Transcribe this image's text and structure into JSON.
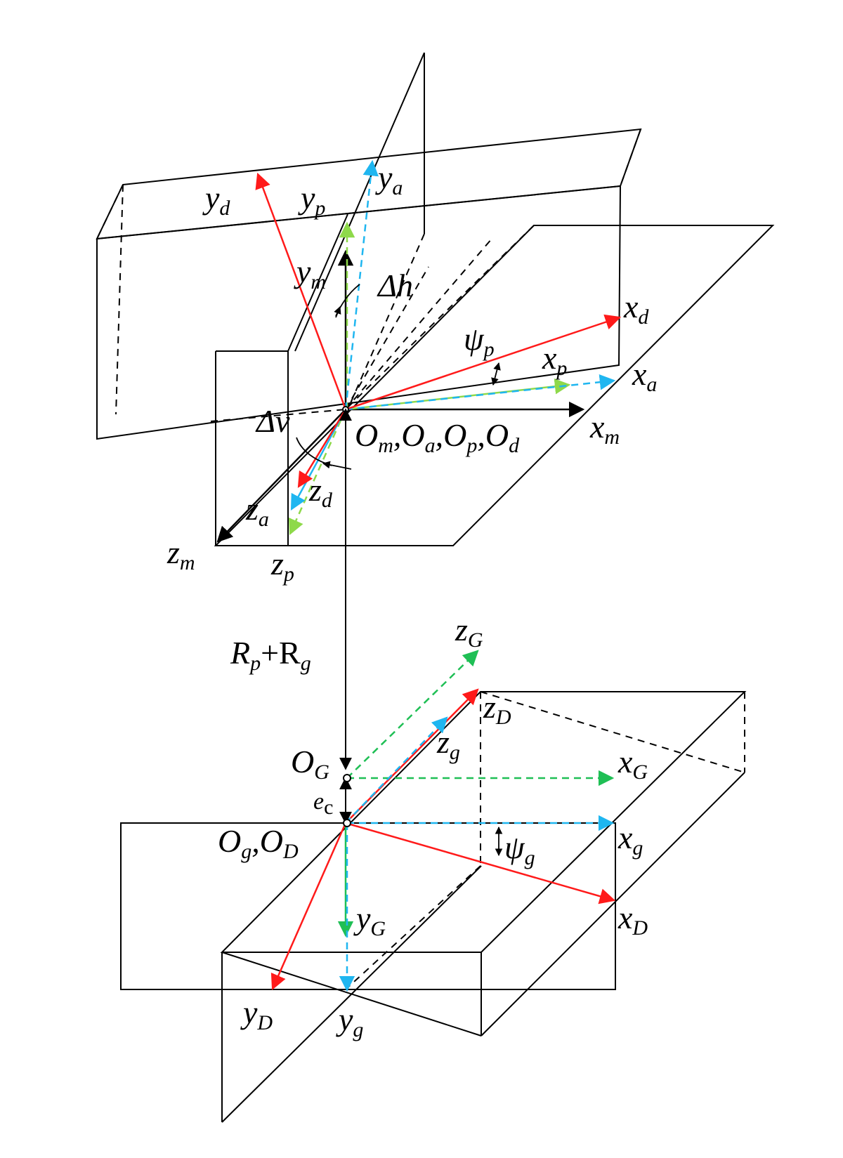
{
  "colors": {
    "frame_d": "#ff1a1a",
    "frame_a": "#1fb6f0",
    "frame_p": "#8ed94a",
    "frame_m": "#000000",
    "frame_G": "#1fbf55",
    "frame_g": "#1fb6f0",
    "frame_D": "#ff1a1a",
    "outline": "#000000"
  },
  "labels": {
    "yd": {
      "base": "y",
      "sub": "d"
    },
    "yp": {
      "base": "y",
      "sub": "p"
    },
    "ya": {
      "base": "y",
      "sub": "a"
    },
    "ym": {
      "base": "y",
      "sub": "m"
    },
    "dh": {
      "base": "Δh"
    },
    "xd": {
      "base": "x",
      "sub": "d"
    },
    "psip": {
      "base": "ψ",
      "sub": "p"
    },
    "xp": {
      "base": "x",
      "sub": "p"
    },
    "xa": {
      "base": "x",
      "sub": "a"
    },
    "dv": {
      "base": "Δv"
    },
    "origin_top": {
      "p1": "O",
      "s1": "m",
      "p2": ",O",
      "s2": "a",
      "p3": ",O",
      "s3": "p",
      "p4": ",O",
      "s4": "d"
    },
    "xm": {
      "base": "x",
      "sub": "m"
    },
    "zd": {
      "base": "z",
      "sub": "d"
    },
    "za": {
      "base": "z",
      "sub": "a"
    },
    "zm": {
      "base": "z",
      "sub": "m"
    },
    "zp": {
      "base": "z",
      "sub": "p"
    },
    "rpg": {
      "p1": "R",
      "s1": "p",
      "p2": "+R",
      "s2": "g"
    },
    "zG": {
      "base": "z",
      "sub": "G"
    },
    "zD": {
      "base": "z",
      "sub": "D"
    },
    "zg": {
      "base": "z",
      "sub": "g"
    },
    "OG": {
      "base": "O",
      "sub": "G"
    },
    "xG": {
      "base": "x",
      "sub": "G"
    },
    "ec": {
      "base": "e",
      "sub": "c"
    },
    "origin_bot": {
      "p1": "O",
      "s1": "g",
      "p2": ",O",
      "s2": "D"
    },
    "xg": {
      "base": "x",
      "sub": "g"
    },
    "psig": {
      "base": "ψ",
      "sub": "g"
    },
    "xD": {
      "base": "x",
      "sub": "D"
    },
    "yG": {
      "base": "y",
      "sub": "G"
    },
    "yD": {
      "base": "y",
      "sub": "D"
    },
    "yg": {
      "base": "y",
      "sub": "g"
    }
  }
}
